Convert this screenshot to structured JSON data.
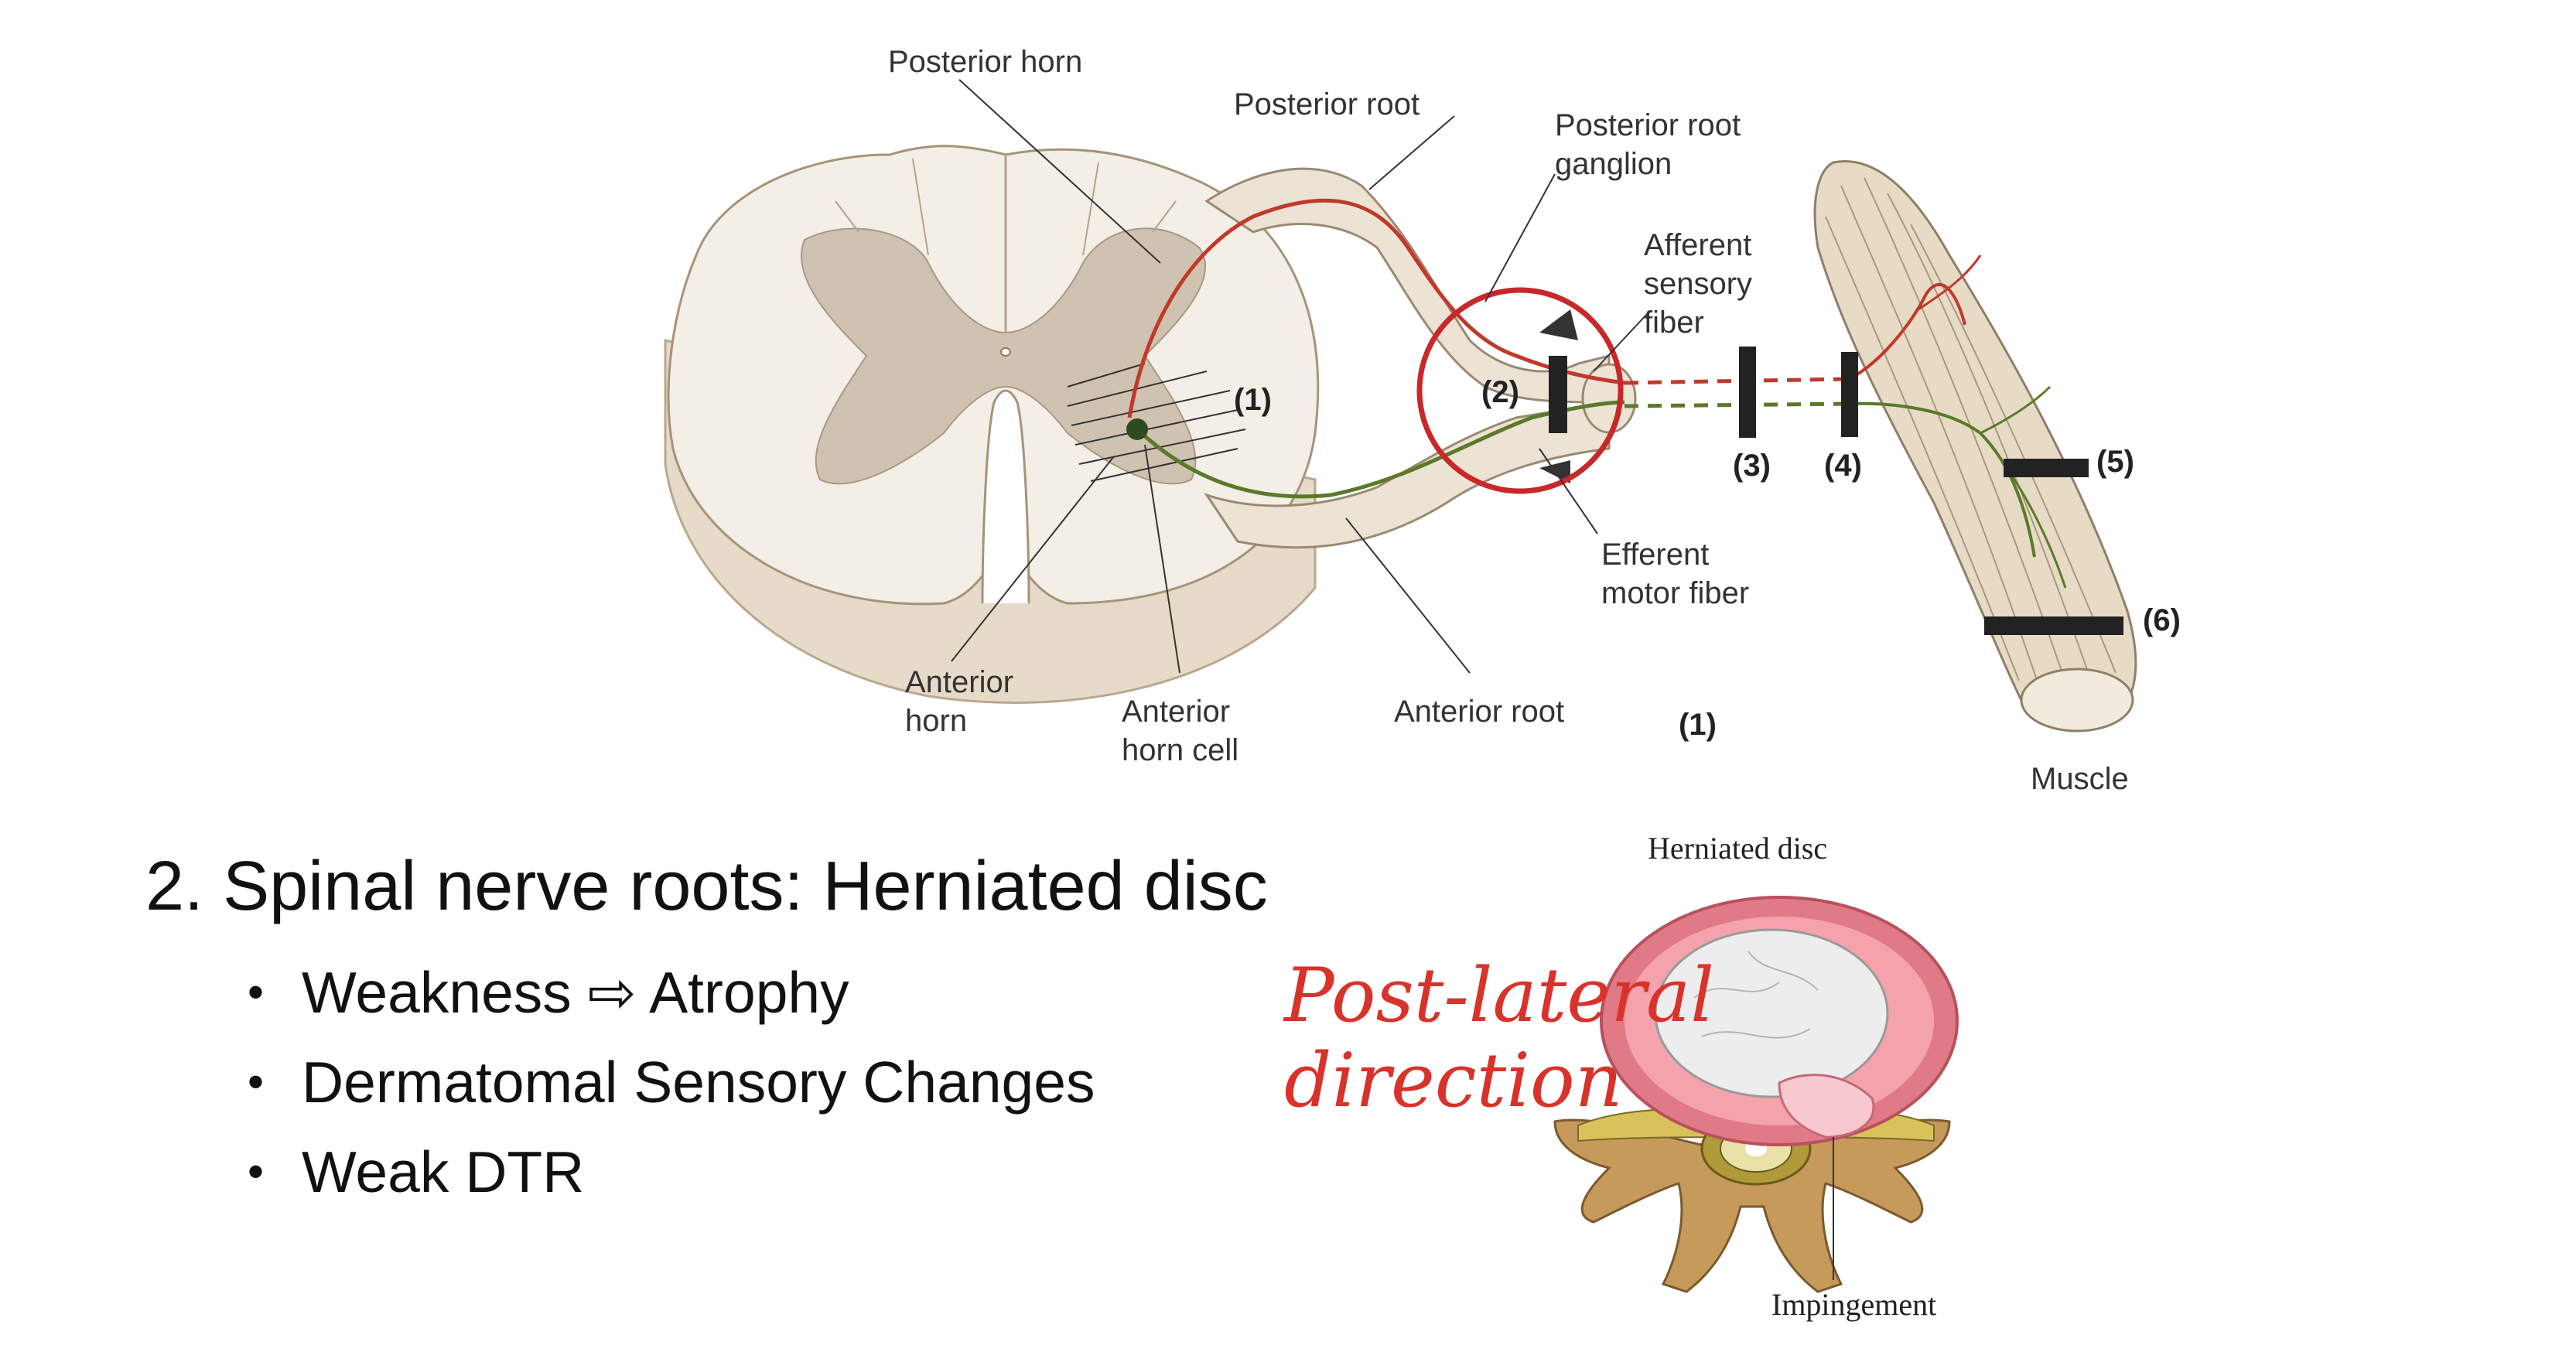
{
  "spinal_diagram": {
    "labels": {
      "posterior_horn": "Posterior horn",
      "posterior_root": "Posterior root",
      "posterior_root_ganglion_1": "Posterior root",
      "posterior_root_ganglion_2": "ganglion",
      "afferent_1": "Afferent",
      "afferent_2": "sensory",
      "afferent_3": "fiber",
      "efferent_1": "Efferent",
      "efferent_2": "motor fiber",
      "anterior_horn_1": "Anterior",
      "anterior_horn_2": "horn",
      "anterior_horn_cell_1": "Anterior",
      "anterior_horn_cell_2": "horn cell",
      "anterior_root": "Anterior root",
      "muscle": "Muscle"
    },
    "markers": {
      "m1": "(1)",
      "m2": "(2)",
      "m3": "(3)",
      "m4": "(4)",
      "m5": "(5)",
      "m6": "(6)",
      "m1_bottom": "(1)"
    },
    "colors": {
      "afferent": "#c0392b",
      "efferent": "#5a7a2a",
      "annotation_circle": "#c8282a"
    }
  },
  "slide": {
    "heading": "2. Spinal nerve roots: Herniated disc",
    "bullets": [
      "Weakness ⇨ Atrophy",
      "Dermatomal Sensory Changes",
      "Weak DTR"
    ]
  },
  "disc_figure": {
    "title": "Herniated disc",
    "impingement_label": "Impingement",
    "handwritten_1": "Post-lateral",
    "handwritten_2": "direction"
  }
}
